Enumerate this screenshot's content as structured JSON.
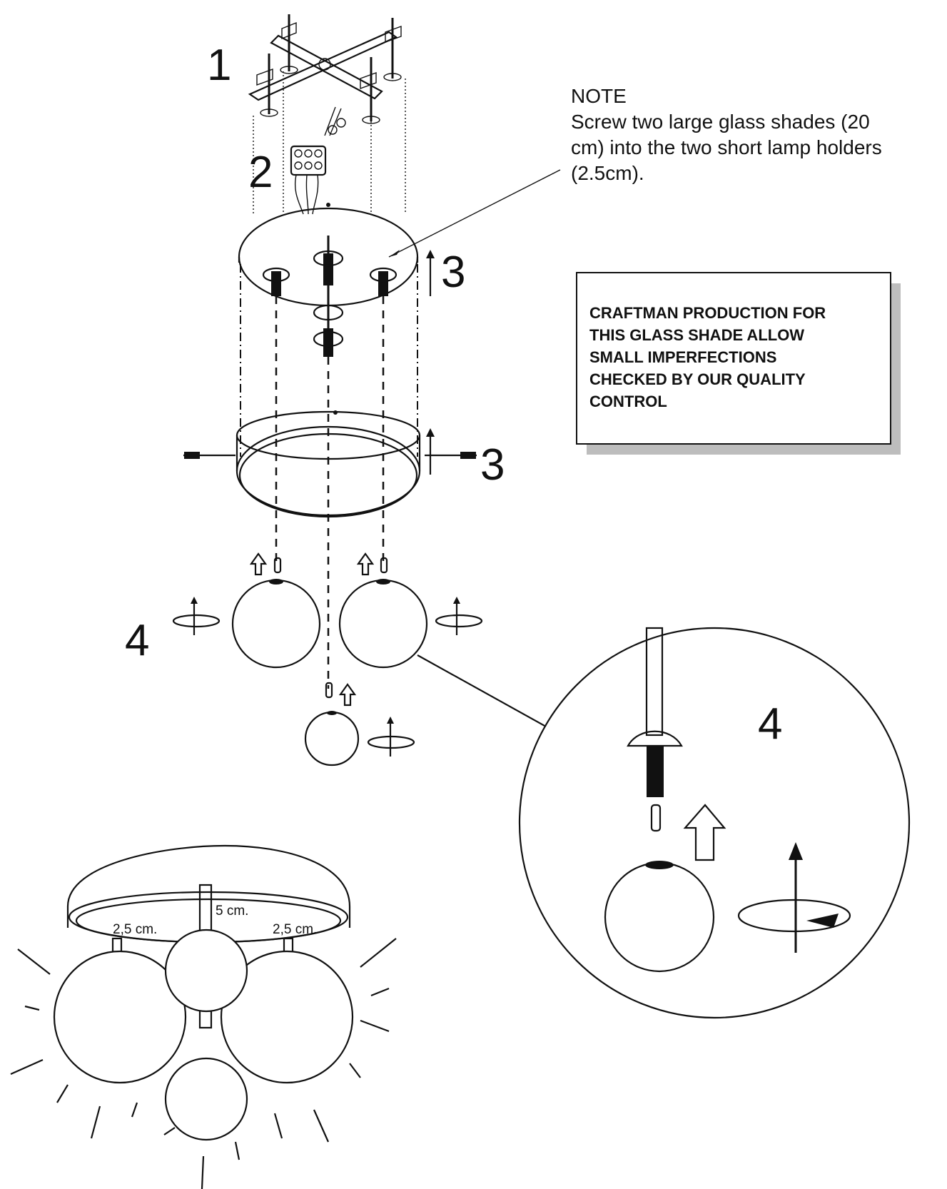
{
  "steps": {
    "s1": "1",
    "s2": "2",
    "s3a": "3",
    "s3b": "3",
    "s4": "4",
    "s4_detail": "4"
  },
  "note": {
    "title": "NOTE",
    "lines": [
      "Screw two large glass shades (20",
      "cm) into the two short lamp holders",
      "(2.5cm)."
    ]
  },
  "quality_box": {
    "lines": [
      "CRAFTMAN PRODUCTION FOR",
      "THIS GLASS SHADE ALLOW",
      "SMALL IMPERFECTIONS",
      "CHECKED BY OUR QUALITY",
      "CONTROL"
    ]
  },
  "dimensions": {
    "left": "2,5 cm.",
    "center": "5 cm.",
    "right": "2,5 cm."
  },
  "colors": {
    "ink": "#111111",
    "background": "#ffffff",
    "box_shadow": "#bdbdbd"
  }
}
